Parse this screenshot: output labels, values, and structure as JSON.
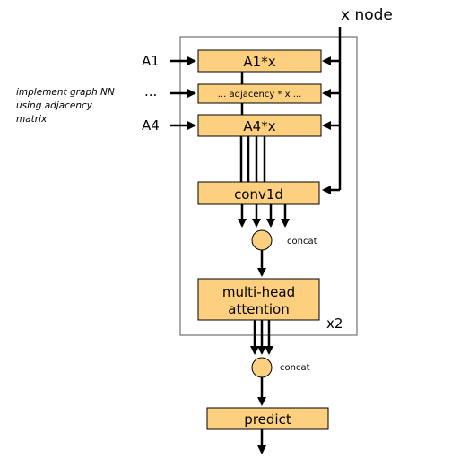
{
  "diagram": {
    "top_label": "x node",
    "inputs": {
      "a1": "A1",
      "dots": "...",
      "a4": "A4"
    },
    "note": [
      "implement graph NN",
      "using adjacency",
      "matrix"
    ],
    "boxes": {
      "a1x": "A1*x",
      "adj": "... adjacency * x ...",
      "a4x": "A4*x",
      "conv": "conv1d",
      "mha_line1": "multi-head",
      "mha_line2": "attention",
      "predict": "predict"
    },
    "concat_inner": "concat",
    "concat_outer": "concat",
    "repeat": "x2",
    "colors": {
      "box_fill": "#fcd07e",
      "frame": "#555555",
      "line": "#000000"
    }
  }
}
